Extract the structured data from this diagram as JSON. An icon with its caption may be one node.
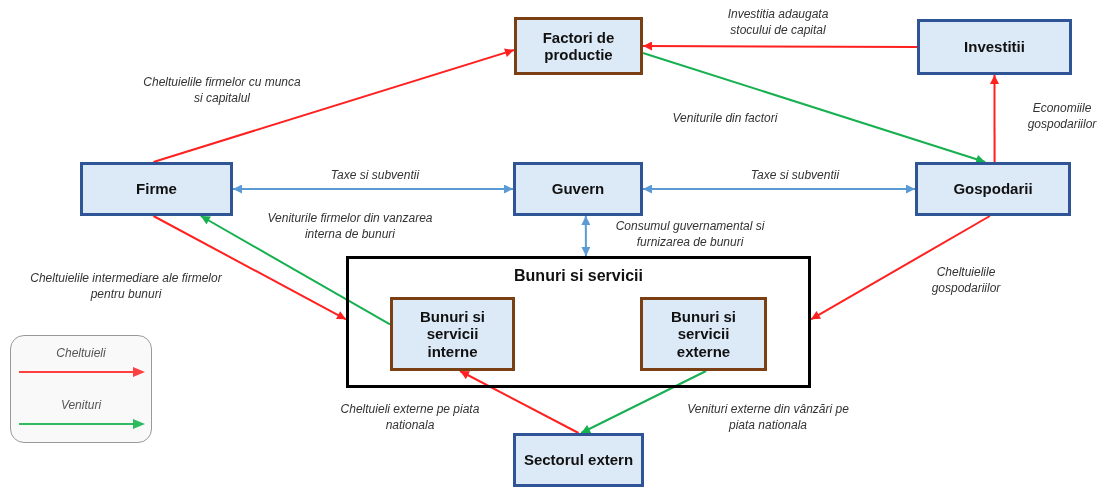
{
  "diagram": {
    "nodes": [
      {
        "text": [
          "Factori de productie"
        ]
      },
      {
        "text": [
          "Investitii"
        ]
      },
      {
        "text": [
          "Firme"
        ]
      },
      {
        "text": [
          "Guvern"
        ]
      },
      {
        "text": [
          "Gospodarii"
        ]
      },
      {
        "text": [
          "Bunuri si servicii"
        ]
      },
      {
        "text": [
          "Bunuri si servicii interne"
        ],
        "in": 5
      },
      {
        "text": [
          "Bunuri si servicii externe"
        ],
        "in": 5
      },
      {
        "text": [
          "Sectorul extern"
        ]
      }
    ],
    "edges": [
      {
        "from": 2,
        "to": 0,
        "arrow": "to",
        "label": "Cheltuielile firmelor cu munca si capitalul"
      },
      {
        "from": 1,
        "to": 0,
        "arrow": "to",
        "label": "Investitia adaugata stocului de capital"
      },
      {
        "from": 0,
        "to": 4,
        "arrow": "to",
        "label": "Veniturile din factori",
        "color": "#16b050"
      },
      {
        "from": 4,
        "to": 1,
        "arrow": "to",
        "label": "Economiile gospodariilor"
      },
      {
        "from": 2,
        "to": 3,
        "arrow": "both",
        "label": "Taxe si subventii",
        "color": "#5b9bd5"
      },
      {
        "from": 3,
        "to": 4,
        "arrow": "both",
        "label": "Taxe si subventii",
        "color": "#5b9bd5"
      },
      {
        "from": 3,
        "to": 5,
        "arrow": "both",
        "label": "Consumul guvernamental si furnizarea de bunuri",
        "color": "#5b9bd5"
      },
      {
        "from": 6,
        "to": 2,
        "arrow": "to",
        "label": "Veniturile firmelor din vanzarea interna de bunuri",
        "color": "#16b050"
      },
      {
        "from": 2,
        "to": 5,
        "arrow": "to",
        "label": "Cheltuielile intermediare ale firmelor pentru bunuri"
      },
      {
        "from": 4,
        "to": 5,
        "arrow": "to",
        "label": "Cheltuielile gospodariilor"
      },
      {
        "from": 8,
        "to": 6,
        "arrow": "to",
        "label": "Cheltuieli externe pe piata nationala"
      },
      {
        "from": 7,
        "to": 8,
        "arrow": "to",
        "label": "Venituri externe din vânzări pe piata nationala",
        "color": "#16b050"
      }
    ],
    "legend": [
      {
        "text": "Cheltuieli"
      },
      {
        "text": "Venituri"
      }
    ]
  }
}
